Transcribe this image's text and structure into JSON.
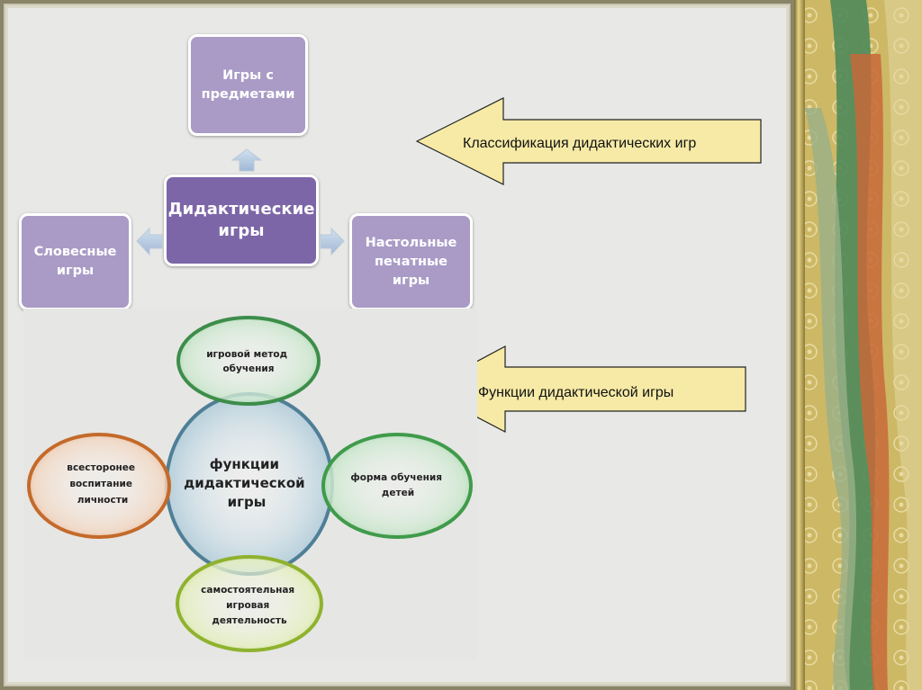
{
  "classification": {
    "center": "Дидактические\nигры",
    "top": "Игры с\nпредметами",
    "left": "Словесные\nигры",
    "right": "Настольные\nпечатные\nигры"
  },
  "callouts": {
    "classification_label": "Классификация дидактических игр",
    "functions_label": "Функции дидактической игры"
  },
  "functions": {
    "center_lines": [
      "функции",
      "дидактической",
      "игры"
    ],
    "top_lines": [
      "игровой метод",
      "обучения"
    ],
    "left_lines": [
      "всесторонее",
      "воспитание",
      "личности"
    ],
    "right_lines": [
      "форма обучения",
      "детей"
    ],
    "bottom_lines": [
      "самостоятельная",
      "игровая",
      "деятельность"
    ]
  },
  "colors": {
    "box_light": "#a99bc6",
    "box_center": "#7c66a7",
    "arrow_fill": "#f6eaa6",
    "oval_green": "#58a85f",
    "oval_orange": "#d27a3a",
    "oval_lime": "#a9c43c",
    "oval_blue": "#6fa2bf"
  }
}
